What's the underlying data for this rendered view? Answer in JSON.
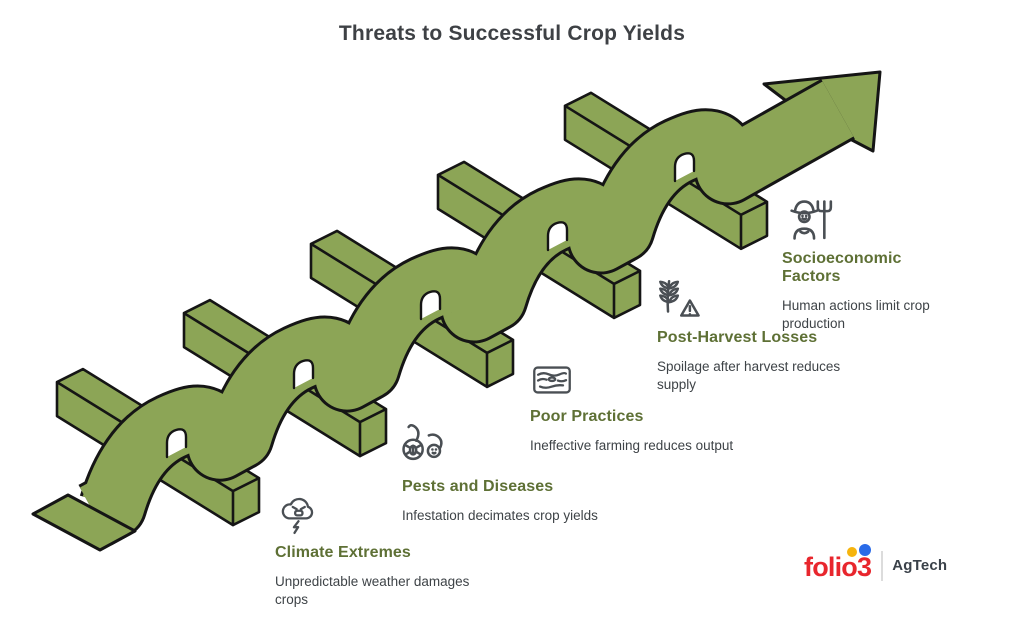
{
  "title": "Threats to Successful Crop Yields",
  "threats": [
    {
      "icon": "storm-cloud-icon",
      "title": "Climate Extremes",
      "description": "Unpredictable weather damages crops"
    },
    {
      "icon": "pest-magnifier-icon",
      "title": "Pests and Diseases",
      "description": "Infestation decimates crop yields"
    },
    {
      "icon": "field-practices-icon",
      "title": "Poor Practices",
      "description": "Ineffective farming reduces output"
    },
    {
      "icon": "wheat-warning-icon",
      "title": "Post-Harvest Losses",
      "description": "Spoilage after harvest reduces supply"
    },
    {
      "icon": "farmer-pitchfork-icon",
      "title": "Socioeconomic Factors",
      "description": "Human actions limit crop production"
    }
  ],
  "logo": {
    "brand": "folio3",
    "division": "AgTech"
  },
  "colors": {
    "ribbon_green": "#8ca556",
    "outline": "#151515",
    "heading_green": "#5e7035",
    "body_text": "#3e4347",
    "title_text": "#3e4145",
    "icon_stroke": "#4a4f54",
    "logo_red": "#e8262d",
    "logo_dot_yellow": "#f6b40e",
    "logo_dot_blue": "#2a6be8",
    "logo_division_text": "#3a4149"
  }
}
